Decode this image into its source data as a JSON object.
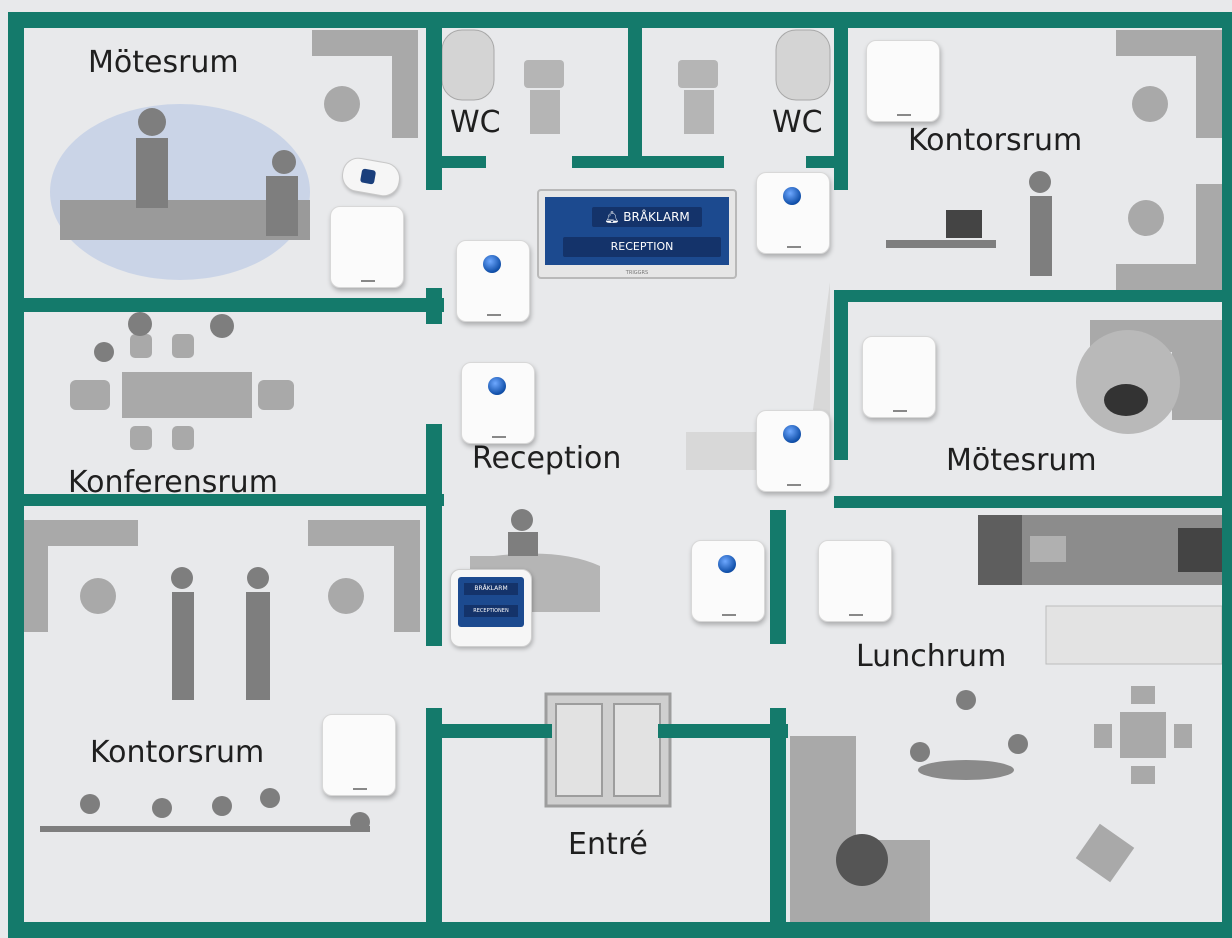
{
  "rooms": {
    "motesrum_top": "Mötesrum",
    "wc_left": "WC",
    "wc_right": "WC",
    "kontorsrum_top": "Kontorsrum",
    "konferensrum": "Konferensrum",
    "reception": "Reception",
    "motesrum_right": "Mötesrum",
    "kontorsrum_bottom": "Kontorsrum",
    "entre": "Entré",
    "lunchrum": "Lunchrum"
  },
  "display_unit": {
    "alarm_label": "BRÅKLARM",
    "location_label": "RECEPTION",
    "brand": "TRIGGRS"
  },
  "handheld_unit": {
    "alarm_label": "BRÅKLARM",
    "location_label": "RECEPTIONEN"
  },
  "colors": {
    "wall": "#147a6b",
    "floor": "#e8e9eb",
    "furniture": "#a9a9a9",
    "accent_blue": "#1c4a8f"
  },
  "icons": [
    "alarm-bell-icon",
    "panic-button-icon",
    "wireless-sensor-icon"
  ]
}
